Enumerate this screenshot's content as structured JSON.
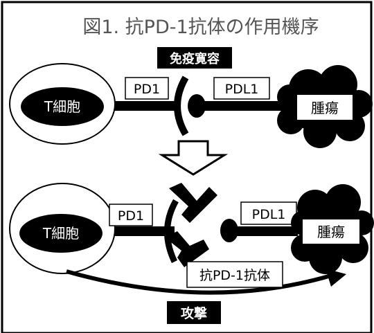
{
  "title": "図1. 抗PD-1抗体の作用機序",
  "top_panel": {
    "tag": "免疫寛容",
    "cell": "T細胞",
    "receptor": "PD1",
    "ligand": "PDL1",
    "tumor": "腫瘍"
  },
  "bottom_panel": {
    "cell": "T細胞",
    "receptor": "PD1",
    "ligand": "PDL1",
    "tumor": "腫瘍",
    "antibody": "抗PD-1抗体",
    "tag": "攻撃"
  },
  "colors": {
    "ink": "#000000",
    "paper": "#ffffff",
    "title": "#555555"
  }
}
